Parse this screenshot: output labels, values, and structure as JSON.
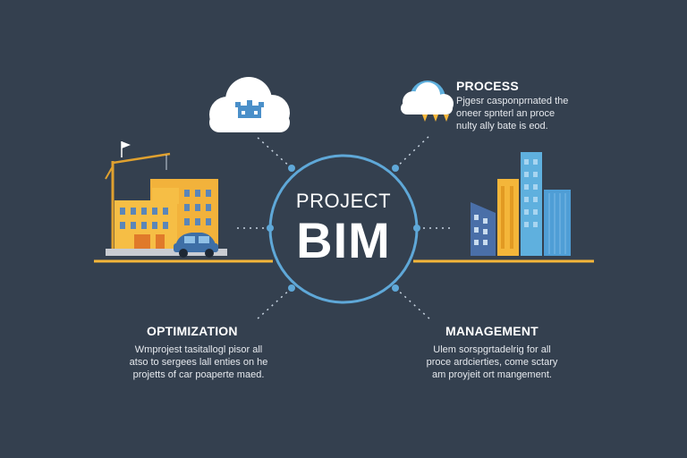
{
  "center": {
    "line1": "PROJECT",
    "line2": "BIM"
  },
  "nodes": {
    "process": {
      "title": "PROCESS",
      "lines": [
        "Pjgesr casponprnated the",
        "oneer spnterl an proce",
        "nulty ally bate is eod."
      ]
    },
    "optimization": {
      "title": "OPTIMIZATION",
      "lines": [
        "Wmprojest tasitallogl pisor all",
        "atso to sergees lall enties on he",
        "projetts of car poaperte maed."
      ]
    },
    "management": {
      "title": "MANAGEMENT",
      "lines": [
        "Ulem sorspgrtadelrig for all",
        "proce ardcierties, come sctary",
        "am proyjeit ort mangement."
      ]
    }
  },
  "icons": {
    "left_cloud": "cloud-with-building-icon",
    "right_cloud": "cloud-rain-icon",
    "left_scene": "construction-building-crane-car-icon",
    "right_scene": "skyscrapers-icon"
  },
  "colors": {
    "background": "#34404f",
    "ring": "#5fa8d8",
    "accent_yellow": "#f4b63a",
    "accent_blue": "#5b8fc6",
    "text": "#ffffff"
  }
}
